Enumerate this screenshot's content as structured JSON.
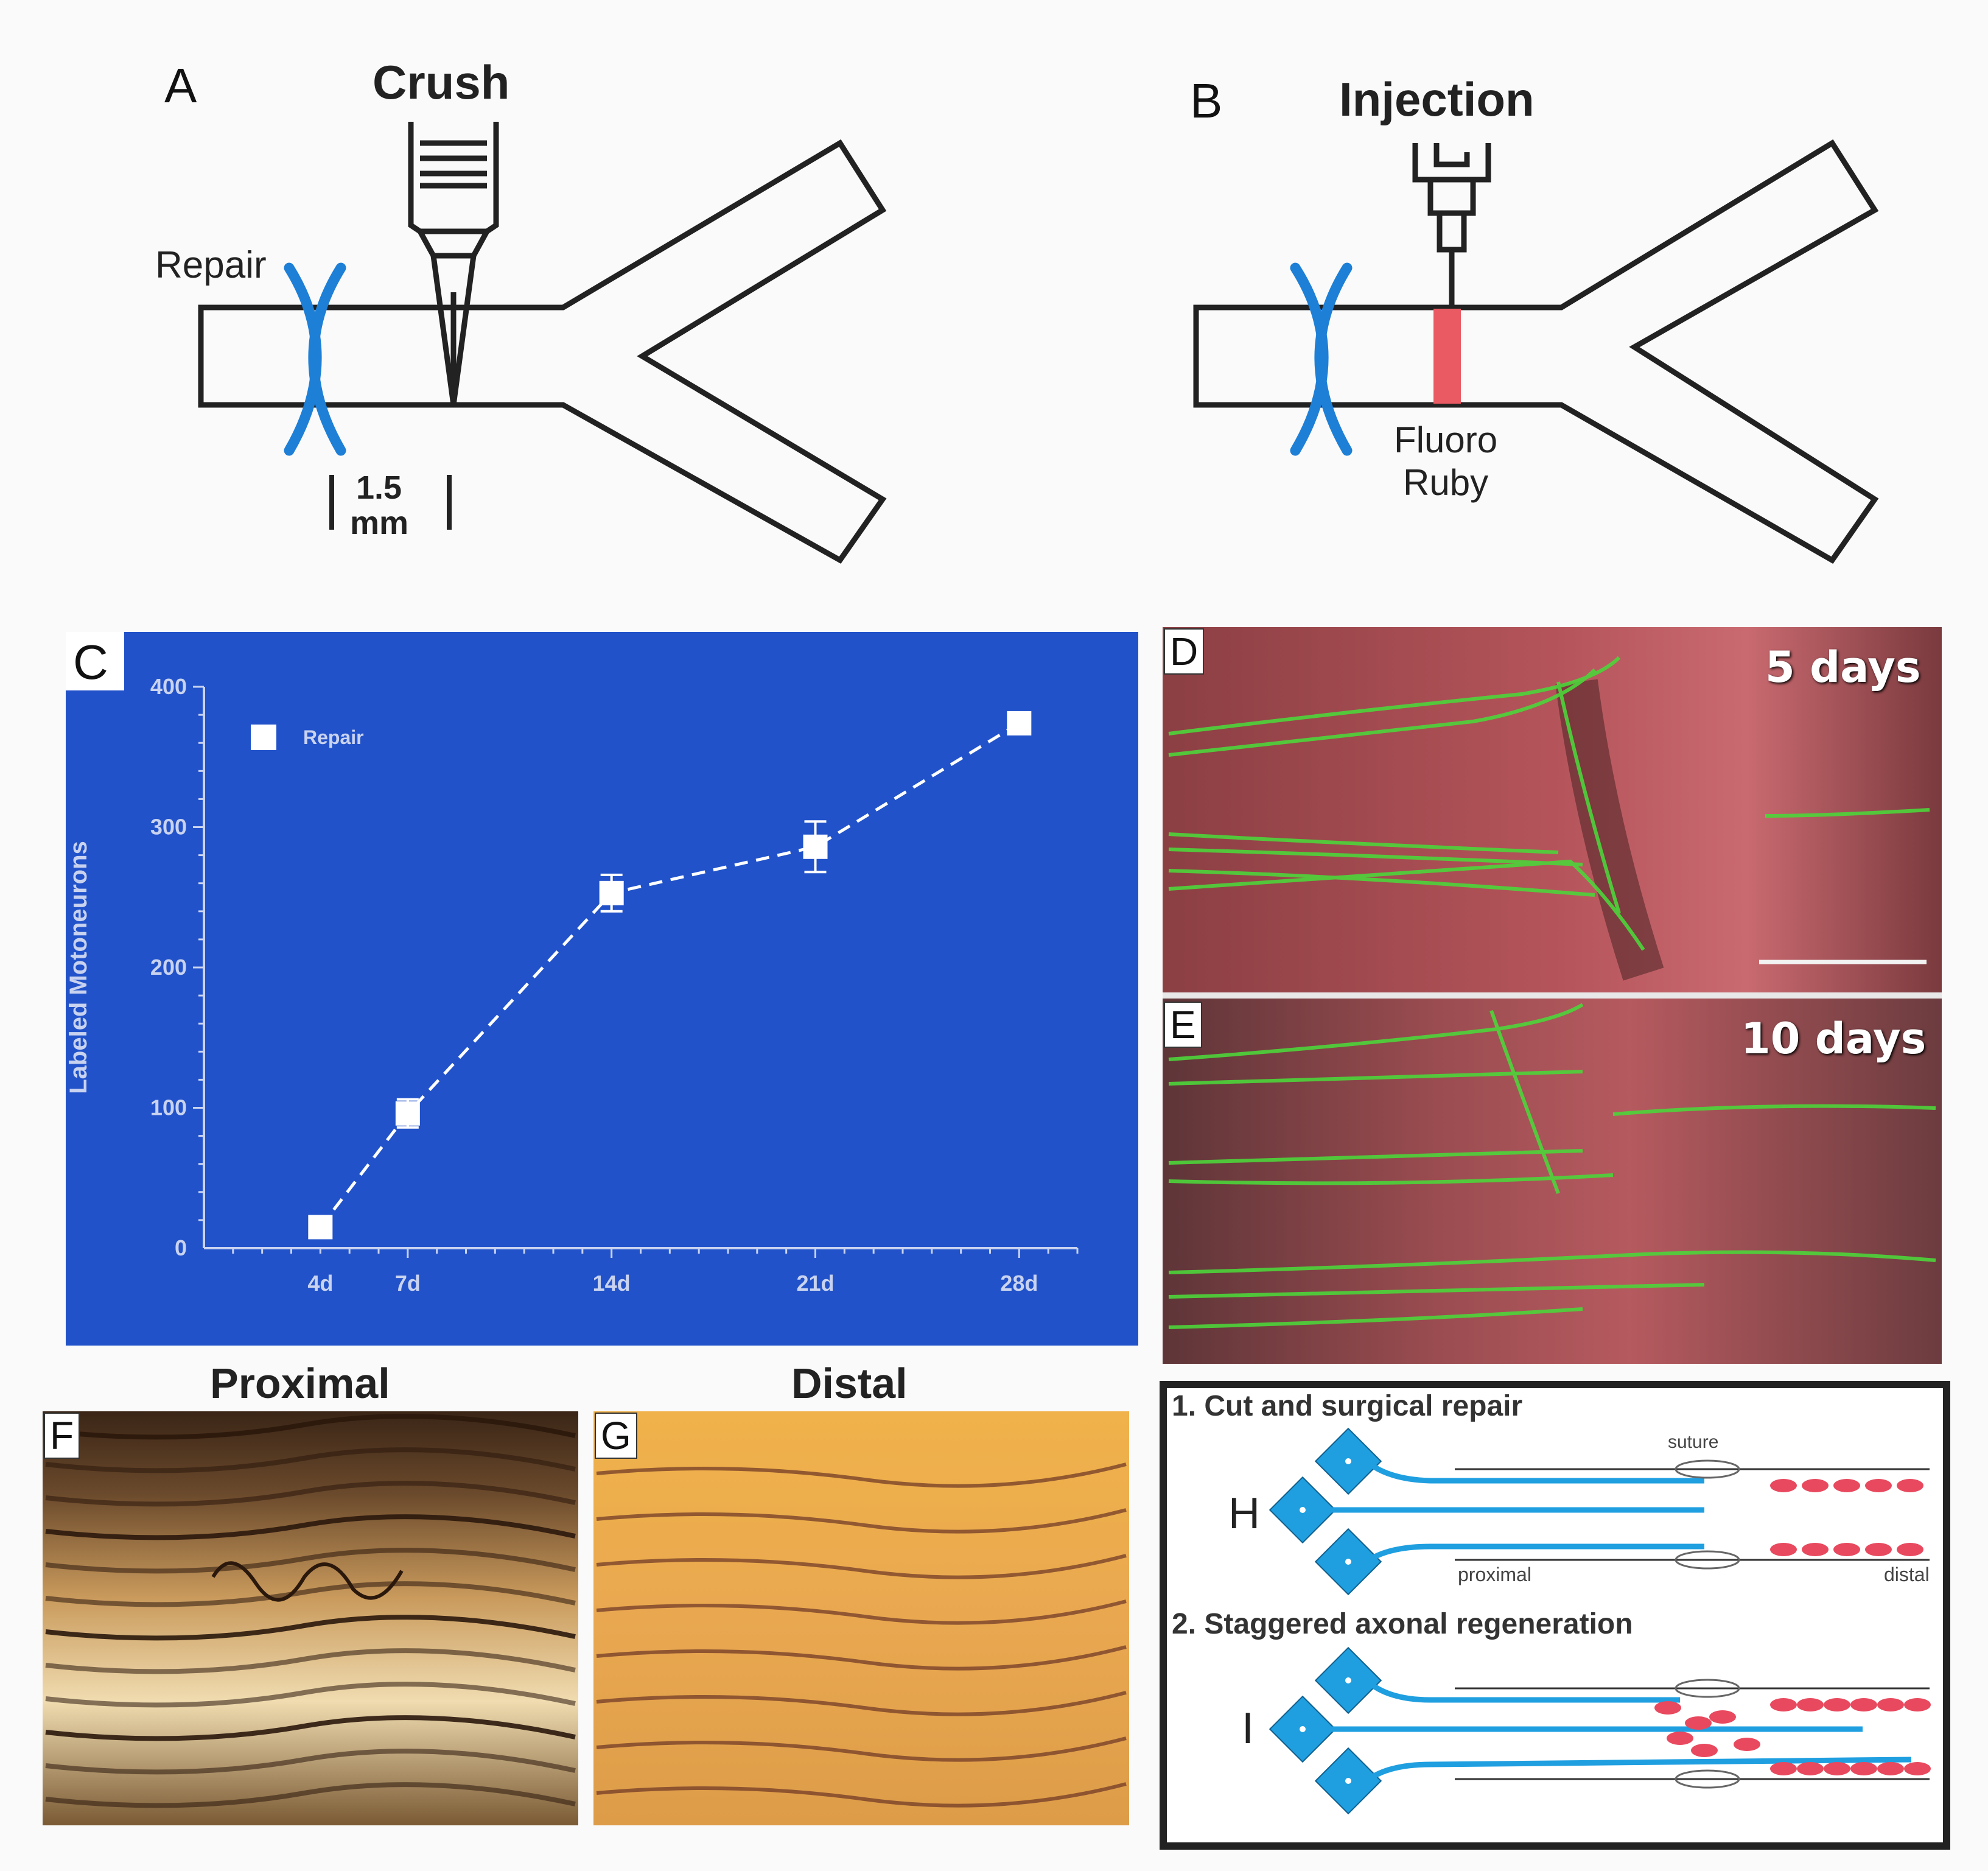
{
  "panels": {
    "a": {
      "letter": "A",
      "title": "Crush",
      "repair_label": "Repair",
      "distance_value": "1.5",
      "distance_unit": "mm"
    },
    "b": {
      "letter": "B",
      "title": "Injection",
      "tracer_line1": "Fluoro",
      "tracer_line2": "Ruby"
    },
    "c": {
      "letter": "C"
    },
    "d": {
      "letter": "D",
      "title": "5 days"
    },
    "e": {
      "letter": "E",
      "title": "10 days"
    },
    "f": {
      "letter": "F",
      "title": "Proximal"
    },
    "g": {
      "letter": "G",
      "title": "Distal"
    },
    "h": {
      "letter": "H",
      "step1": "1. Cut and surgical repair",
      "suture": "suture",
      "proximal": "proximal",
      "distal": "distal"
    },
    "i": {
      "letter": "I",
      "step2": "2. Staggered axonal regeneration"
    }
  },
  "chart_data": {
    "type": "line",
    "ylabel": "Labeled Motoneurons",
    "ylim": [
      0,
      400
    ],
    "yticks": [
      0,
      100,
      200,
      300,
      400
    ],
    "xlim": [
      0,
      30
    ],
    "series": [
      {
        "name": "Repair",
        "x": [
          4,
          7,
          14,
          21,
          28
        ],
        "xlabels": [
          "4d",
          "7d",
          "14d",
          "21d",
          "28d"
        ],
        "values": [
          15,
          96,
          253,
          286,
          374
        ],
        "errors": [
          3,
          10,
          13,
          18,
          5
        ]
      }
    ],
    "legend": "top-left",
    "colors": {
      "background": "#2152c9",
      "axis": "#c9d3f0",
      "marker": "#ffffff",
      "line": "#ffffff"
    }
  },
  "colors": {
    "repair_blue": "#1e7fd6",
    "fluoro_ruby": "#ea5a63",
    "neuron_blue": "#1f9fe0",
    "schwann_red": "#e8495e"
  }
}
